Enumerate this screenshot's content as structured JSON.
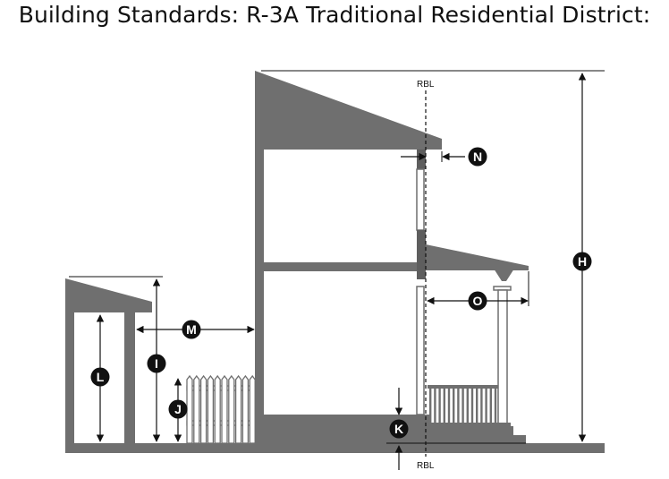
{
  "title": "Building Standards: R-3A Traditional Residential District:",
  "rbl_label": "RBL",
  "markers": {
    "H": "H",
    "I": "I",
    "J": "J",
    "K": "K",
    "L": "L",
    "M": "M",
    "N": "N",
    "O": "O"
  },
  "colors": {
    "building": "#6f6f6f",
    "wall_dark": "#5e5e5e",
    "line": "#111111",
    "marker": "#111111"
  }
}
